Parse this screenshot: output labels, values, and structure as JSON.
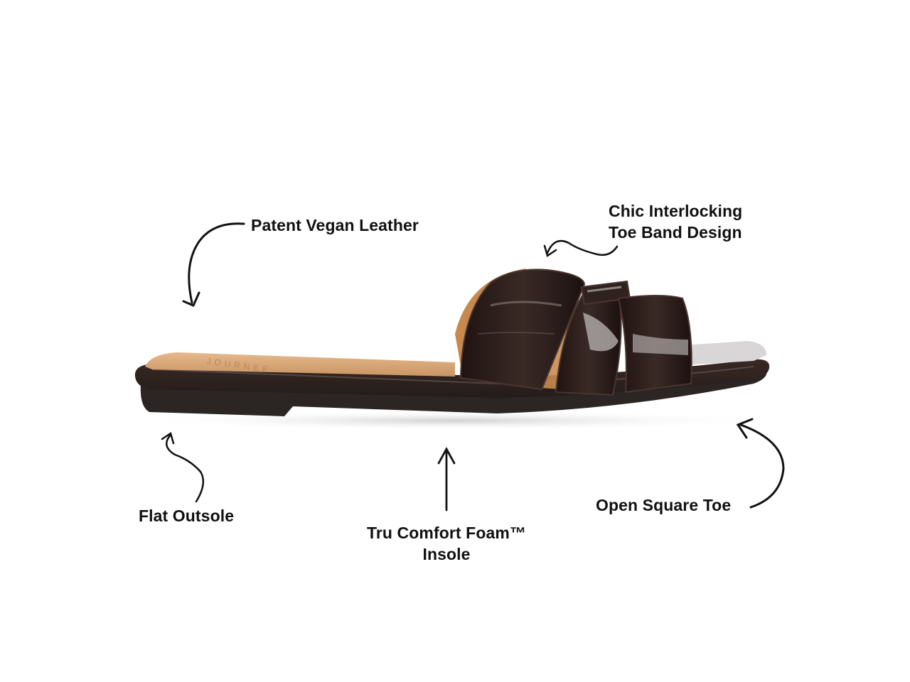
{
  "image": {
    "description": "Product feature callout image of a dark brown patent slide sandal with annotated arrows",
    "background": "#ffffff"
  },
  "product": {
    "type": "slide sandal",
    "brand_emboss": "JOURNEE",
    "colors": {
      "upper": "#2a1a16",
      "upper_highlight": "#8a807c",
      "insole": "#d9a777",
      "outsole": "#2b2523",
      "band_lining": "#c8894f"
    }
  },
  "callouts": [
    {
      "id": "patent-vegan-leather",
      "lines": [
        "Patent Vegan Leather"
      ]
    },
    {
      "id": "toe-band-design",
      "lines": [
        "Chic Interlocking",
        "Toe Band Design"
      ]
    },
    {
      "id": "flat-outsole",
      "lines": [
        "Flat Outsole"
      ]
    },
    {
      "id": "comfort-insole",
      "lines": [
        "Tru Comfort Foam™",
        "Insole"
      ]
    },
    {
      "id": "open-square-toe",
      "lines": [
        "Open Square Toe"
      ]
    }
  ],
  "arrow_color": "#111111"
}
